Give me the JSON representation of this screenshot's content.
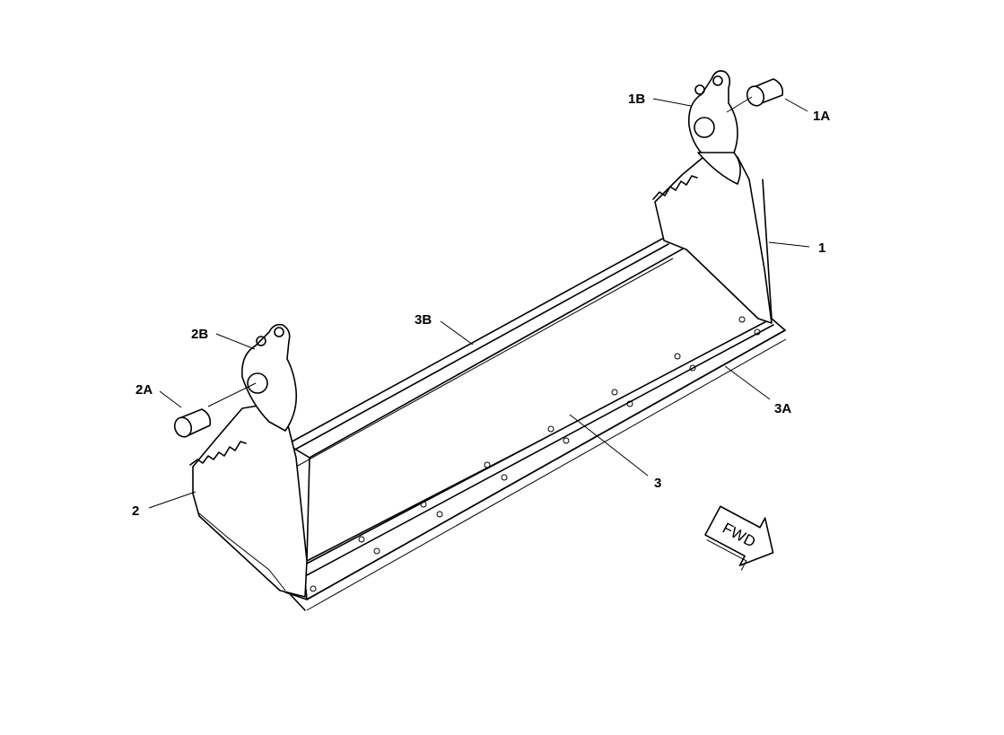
{
  "callouts": {
    "c1": "1",
    "c1A": "1A",
    "c1B": "1B",
    "c2": "2",
    "c2A": "2A",
    "c2B": "2B",
    "c3": "3",
    "c3A": "3A",
    "c3B": "3B"
  },
  "direction_arrow": {
    "label": "FWD"
  }
}
